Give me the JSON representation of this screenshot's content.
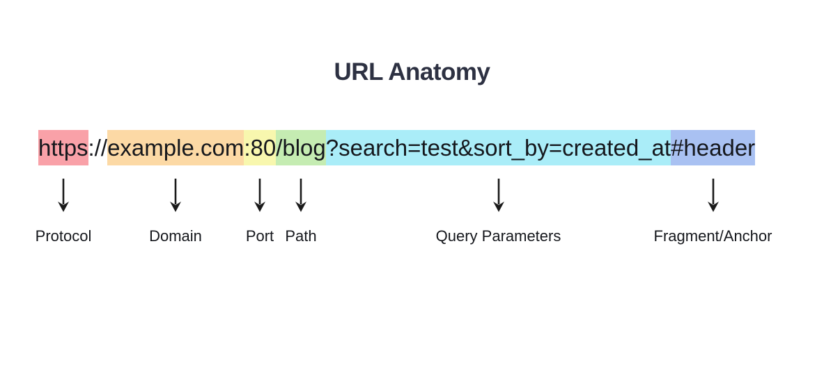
{
  "title": "URL Anatomy",
  "url": {
    "full": "https://example.com:80/blog?search=test&sort_by=created_at#header",
    "segments": [
      {
        "name": "protocol",
        "text": "https",
        "color": "#f9a1a8",
        "label": "Protocol"
      },
      {
        "name": "separator",
        "text": "://",
        "color": "transparent",
        "label": null
      },
      {
        "name": "domain",
        "text": "example.com",
        "color": "#fcd9a5",
        "label": "Domain"
      },
      {
        "name": "port",
        "text": ":80",
        "color": "#f8f7ae",
        "label": "Port"
      },
      {
        "name": "path",
        "text": "/blog",
        "color": "#c5ecb2",
        "label": "Path"
      },
      {
        "name": "query",
        "text": "?search=test&sort_by=created_at",
        "color": "#aaedf8",
        "label": "Query Parameters"
      },
      {
        "name": "fragment",
        "text": "#header",
        "color": "#a9c1f2",
        "label": "Fragment/Anchor"
      }
    ]
  },
  "colors": {
    "background": "#ffffff",
    "title": "#2d3142",
    "text": "#15171c",
    "arrow": "#1a1a1a"
  }
}
